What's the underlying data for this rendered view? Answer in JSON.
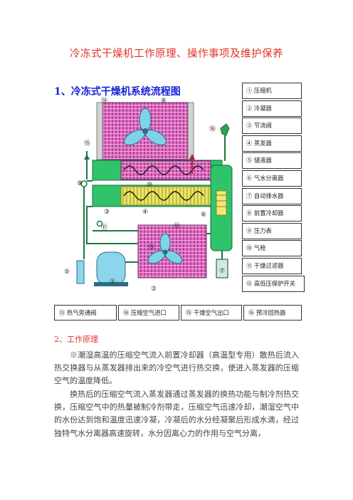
{
  "title": "冷冻式干燥机工作原理、操作事项及维护保养",
  "section1": "1、冷冻式干燥机系统流程图",
  "diagram_labels": [
    "①",
    "②",
    "③",
    "④",
    "⑤",
    "⑥",
    "⑦",
    "⑧",
    "⑨",
    "⑩",
    "⑪",
    "⑫",
    "⑬",
    "⑭",
    "⑮",
    "⑯"
  ],
  "legend": [
    "① 压缩机",
    "② 冷凝器",
    "③ 节流阀",
    "④ 蒸发器",
    "⑤ 储液器",
    "⑥ 气水分离器",
    "⑦ 自动排水器",
    "⑧ 前置冷却器",
    "⑨ 压力表",
    "⑩ 气枪",
    "⑪ 干燥过滤器",
    "⑫ 高低压保护开关"
  ],
  "bottom_row": [
    "⑬  热气旁通阀",
    "⑭ 压缩空气进口",
    "⑮ 干燥空气出口",
    "⑯ 预冷回热器"
  ],
  "section2": "2、工作原理",
  "paragraphs": [
    "※潮湿高温的压缩空气流入前置冷却器（高温型专用）散热后流入热交换器与从蒸发器排出来的冷空气进行热交换，使进入蒸发器的压缩空气的温度降低。",
    "换热后的压缩空气流入蒸发器通过蒸发器的换热功能与制冷剂热交换，压缩空气中的热量被制冷剂带走，压缩空气迅速冷却，潮湿空气中的水份达到饱和温度迅速冷凝，冷凝后的水分经凝聚后形成水滴，经过独特气水分离器高速旋转，水分因离心力的作用与空气分离，"
  ]
}
